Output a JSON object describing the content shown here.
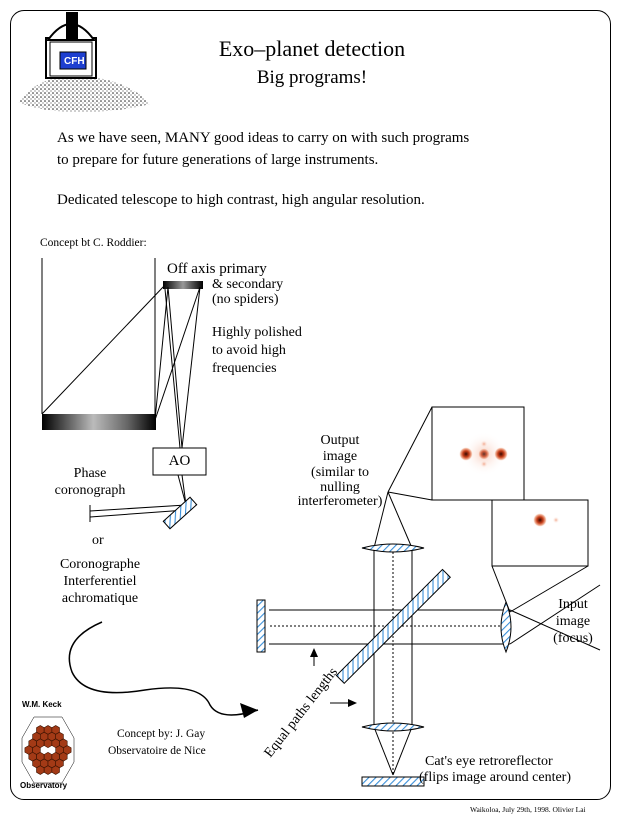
{
  "title": "Exo–planet detection",
  "subtitle": "Big programs!",
  "paragraphs": {
    "line1": "As we have seen, MANY good ideas to carry on with such programs",
    "line2": "to prepare for future generations of large instruments.",
    "line3": "Dedicated telescope to high contrast, high angular resolution."
  },
  "concept_roddier": "Concept  bt C. Roddier:",
  "offaxis": {
    "line1": "Off axis primary",
    "line2": "& secondary",
    "line3": "(no spiders)"
  },
  "polished": {
    "line1": "Highly polished",
    "line2": "to avoid high",
    "line3": "frequencies"
  },
  "ao_label": "AO",
  "phase": {
    "line1": "Phase",
    "line2": "coronograph"
  },
  "or_text": "or",
  "coronographe": {
    "line1": "Coronographe",
    "line2": "Interferentiel",
    "line3": "achromatique"
  },
  "output_image": {
    "line1": "Output",
    "line2": "image",
    "line3": "(similar to",
    "line4": "nulling",
    "line5": "interferometer)"
  },
  "input_image": {
    "line1": "Input",
    "line2": "image",
    "line3": "(focus)"
  },
  "equal_paths": "Equal paths lengths",
  "concept_gay": {
    "line1": "Concept by: J. Gay",
    "line2": "Observatoire de Nice"
  },
  "cats_eye": {
    "line1": "Cat's eye retroreflector",
    "line2": "(flips image around center)"
  },
  "footer": "Waikoloa, July 29th, 1998.   Olivier Lai",
  "cfh_logo_text": "CFH",
  "keck_logo": {
    "top": "W.M. Keck",
    "bottom": "Observatory"
  },
  "colors": {
    "optic_blue": "#5aaee8",
    "logo_blue": "#1e3fd0",
    "keck_red": "#a33a16"
  }
}
